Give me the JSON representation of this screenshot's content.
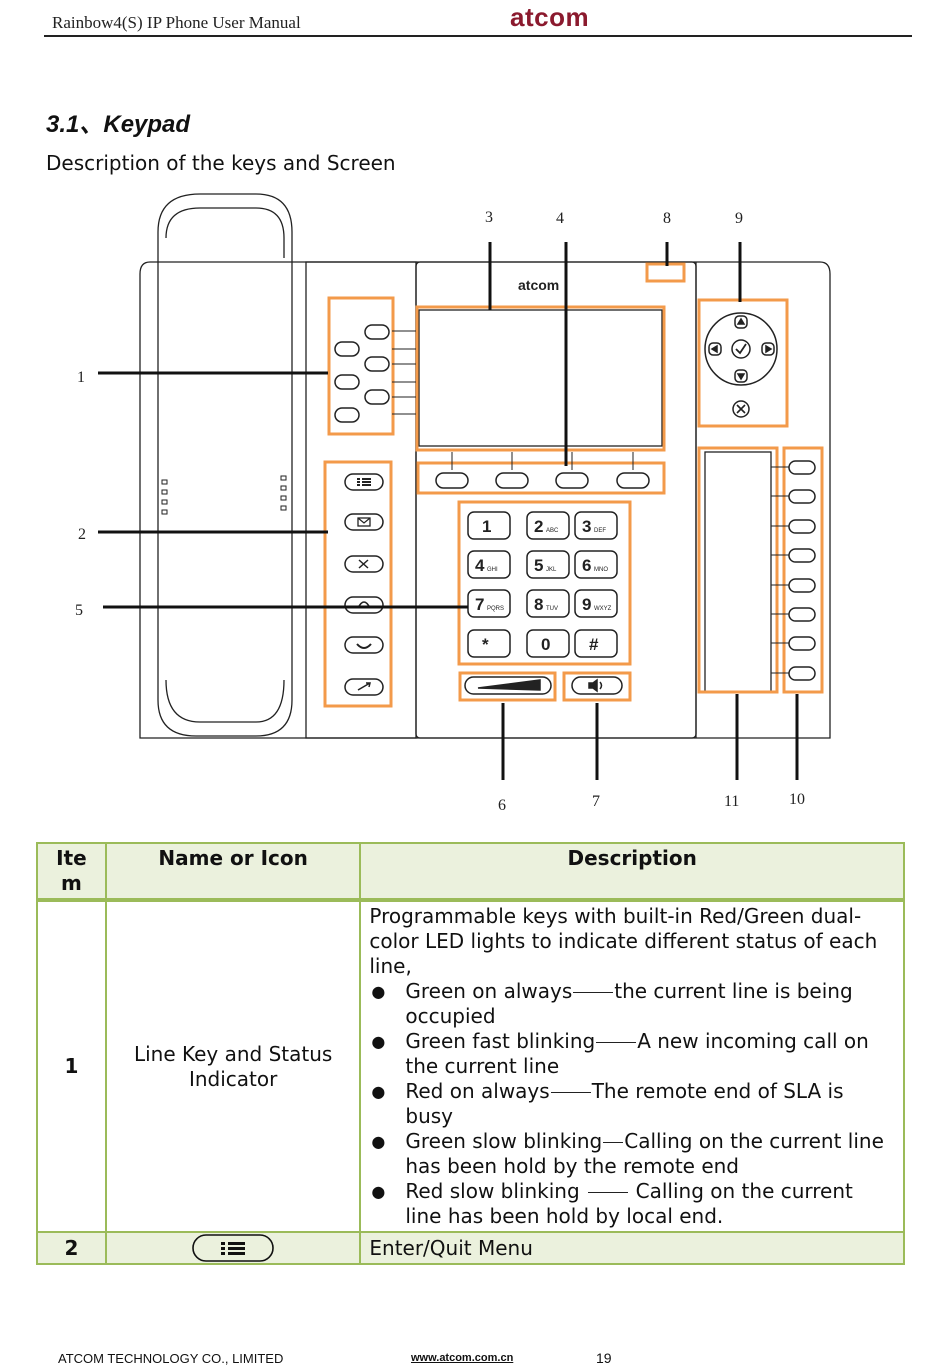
{
  "header": {
    "doc_title": "Rainbow4(S) IP Phone User Manual",
    "logo": "atcom"
  },
  "section": {
    "title": "3.1、Keypad",
    "intro": "Description of the keys and Screen"
  },
  "diagram": {
    "device_logo": "atcom",
    "callouts": [
      "1",
      "2",
      "3",
      "4",
      "5",
      "6",
      "7",
      "8",
      "9",
      "10",
      "11"
    ],
    "dial_keys": [
      {
        "digit": "1",
        "letters": ""
      },
      {
        "digit": "2",
        "letters": "ABC"
      },
      {
        "digit": "3",
        "letters": "DEF"
      },
      {
        "digit": "4",
        "letters": "GHI"
      },
      {
        "digit": "5",
        "letters": "JKL"
      },
      {
        "digit": "6",
        "letters": "MNO"
      },
      {
        "digit": "7",
        "letters": "PQRS"
      },
      {
        "digit": "8",
        "letters": "TUV"
      },
      {
        "digit": "9",
        "letters": "WXYZ"
      },
      {
        "digit": "*",
        "letters": ""
      },
      {
        "digit": "0",
        "letters": ""
      },
      {
        "digit": "#",
        "letters": ""
      }
    ],
    "highlight_color": "#f39a4a"
  },
  "table": {
    "headers": {
      "item": "Ite m",
      "name": "Name or Icon",
      "description": "Description"
    },
    "row1": {
      "item": "1",
      "name": "Line Key and Status Indicator",
      "intro": "Programmable keys with built-in Red/Green dual-color LED lights to indicate different status of each line,",
      "bullets": [
        {
          "state": "Green on always",
          "meaning": "the current line is being occupied"
        },
        {
          "state": "Green fast blinking",
          "meaning": "A new incoming call on the current line"
        },
        {
          "state": "Red on always",
          "meaning": "The remote end of SLA is busy"
        },
        {
          "state": "Green slow blinking",
          "meaning": "Calling on the current line has been hold by the remote end"
        },
        {
          "state": "Red slow blinking",
          "meaning": "Calling on the current line has been hold by local end."
        }
      ]
    },
    "row2": {
      "item": "2",
      "icon": "menu-key-icon",
      "description": "Enter/Quit Menu"
    },
    "border_color": "#9bbb59",
    "header_fill": "#ebf1dd"
  },
  "footer": {
    "company": "ATCOM TECHNOLOGY CO., LIMITED",
    "url": "www.atcom.com.cn",
    "page": "19"
  }
}
